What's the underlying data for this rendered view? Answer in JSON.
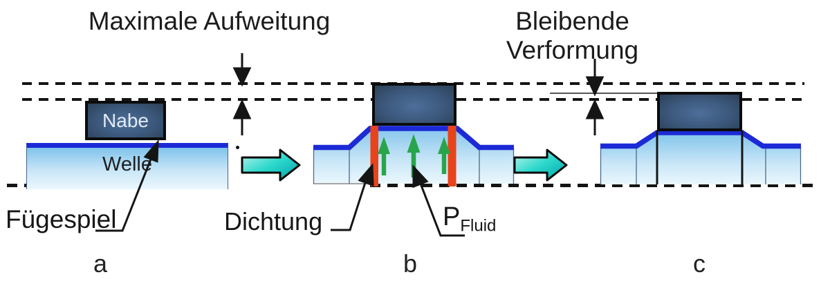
{
  "titles": {
    "left": "Maximale Aufweitung",
    "right": "Bleibende Verformung"
  },
  "labels": {
    "hub": "Nabe",
    "shaft": "Welle",
    "joining_clearance": "Fügespiel",
    "seal": "Dichtung",
    "pressure_symbol": "P",
    "pressure_subscript": "Fluid",
    "stage_a": "a",
    "stage_b": "b",
    "stage_c": "c"
  },
  "colors": {
    "background": "#ffffff",
    "line_black": "#141414",
    "band_blue": "#1c2ad6",
    "shaft_light_blue": "#7fc3eb",
    "hub_fill": "#3a5578",
    "seal_red": "#e8431b",
    "pressure_green": "#28a54a",
    "process_arrow_cyan": "#2dd8cc",
    "reference_line_gray": "#555555"
  },
  "icons": {
    "dimension_arrows": "down-up dimension arrow pair",
    "process_arrow": "cyan right arrow",
    "pressure_arrow": "green up arrow",
    "leader_arrow": "black leader line with arrowhead"
  }
}
